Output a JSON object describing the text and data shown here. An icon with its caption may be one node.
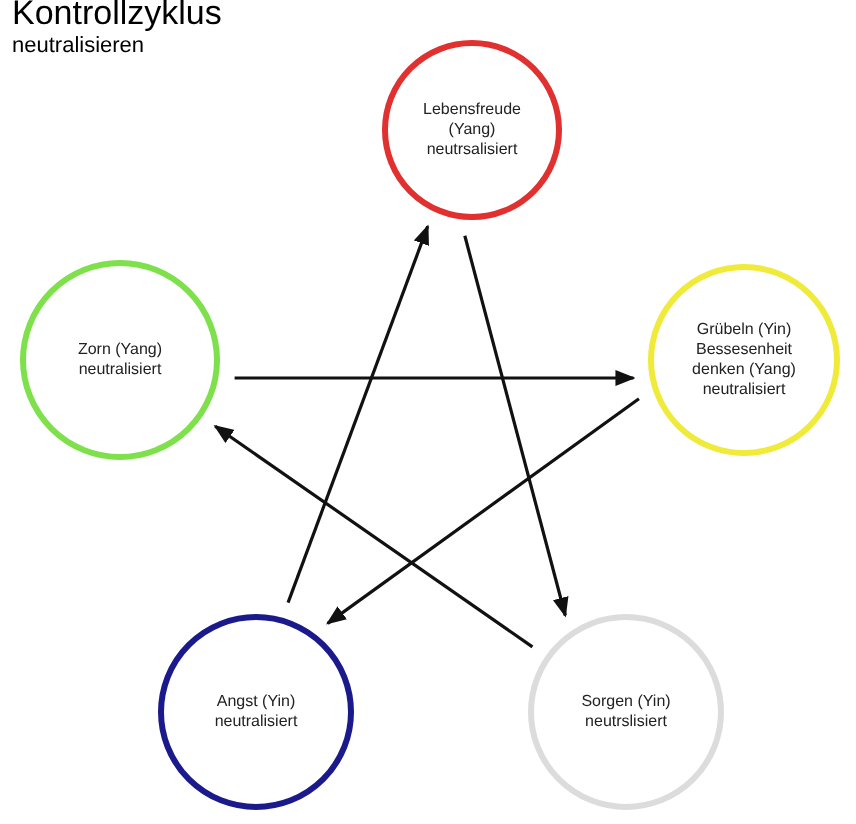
{
  "diagram": {
    "title": "Kontrollzyklus",
    "nodes": [
      {
        "text": [
          "Lebensfreude (Yang) neutrsalisiert"
        ]
      },
      {
        "text": [
          "Zorn (Yang) neutralisiert"
        ]
      },
      {
        "text": [
          "Grübeln (Yin) Bessesenheit denken (Yang) neutralisiert"
        ]
      },
      {
        "text": [
          "Angst (Yin) neutralisiert"
        ]
      },
      {
        "text": [
          "Sorgen (Yin) neutrslisiert"
        ]
      }
    ],
    "edges": [
      {
        "from": 0,
        "to": 4,
        "arrow": "to"
      },
      {
        "from": 1,
        "to": 2,
        "arrow": "to"
      },
      {
        "from": 2,
        "to": 3,
        "arrow": "to"
      },
      {
        "from": 4,
        "to": 1,
        "arrow": "to"
      },
      {
        "from": 3,
        "to": 0,
        "arrow": "to"
      }
    ],
    "labels": [
      "neutralisieren"
    ]
  }
}
